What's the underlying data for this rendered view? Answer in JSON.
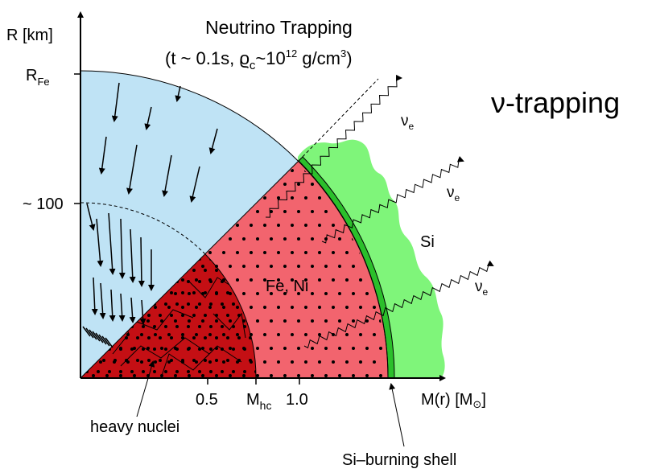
{
  "diagram": {
    "title": "Neutrino Trapping",
    "subtitle": "(t ~ 0.1s, ϱ",
    "subtitle_sub": "c",
    "subtitle_mid": "~10",
    "subtitle_exp": "12",
    "subtitle_end": " g/cm",
    "subtitle_unit_exp": "3",
    "subtitle_close": ")",
    "side_label": "ν-trapping",
    "y_axis": {
      "label": "R [km]",
      "tick_rfe_main": "R",
      "tick_rfe_sub": "Fe",
      "tick_100": "~ 100"
    },
    "x_axis": {
      "label_main": "M(r) [M",
      "label_sun": "⊙",
      "label_close": "]",
      "tick_05": "0.5",
      "tick_mhc_main": "M",
      "tick_mhc_sub": "hc",
      "tick_10": "1.0"
    },
    "region_labels": {
      "iron": "Fe, Ni",
      "silicon": "Si",
      "heavy_nuclei": "heavy nuclei",
      "si_burning_shell": "Si–burning shell"
    },
    "neutrino_label": "ν",
    "neutrino_sub": "e",
    "colors": {
      "infall_region": "#bfe3f5",
      "iron_core": "#f2646e",
      "homologous_core": "#c40f14",
      "silicon": "#7ff57a",
      "si_shell": "#2bbf2b"
    }
  }
}
